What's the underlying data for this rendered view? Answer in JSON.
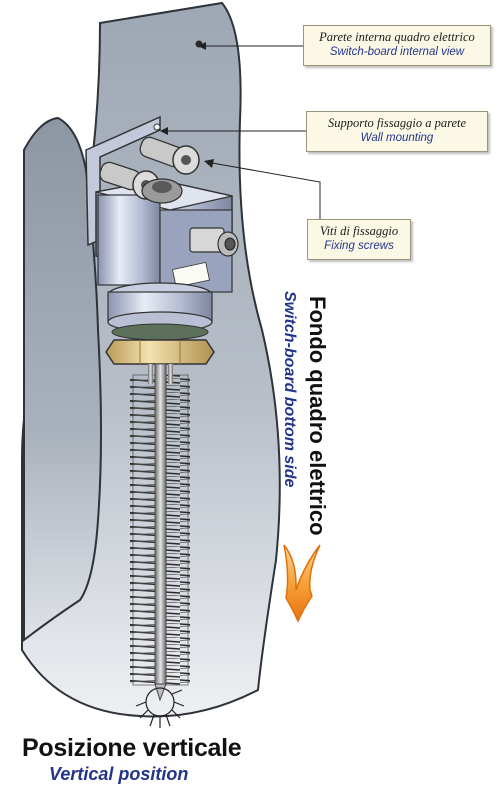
{
  "callouts": {
    "internal_view": {
      "it": "Parete interna quadro elettrico",
      "en": "Switch-board internal view"
    },
    "wall_mounting": {
      "it": "Supporto fissaggio a parete",
      "en": "Wall mounting"
    },
    "fixing_screws": {
      "it": "Viti di fissaggio",
      "en": "Fixing screws"
    }
  },
  "orientation": {
    "it": "Fondo quadro elettrico",
    "en": "Switch-board bottom side"
  },
  "title": {
    "it": "Posizione verticale",
    "en": "Vertical position"
  },
  "colors": {
    "panel": "#a9b1bd",
    "panel_edge": "#3a3f47",
    "housing": "#c6cde0",
    "brass_nut": "#e3c98c",
    "arrow": "#f08a1c",
    "callout_bg": "#fbf8e6",
    "english_text": "#23358a"
  }
}
